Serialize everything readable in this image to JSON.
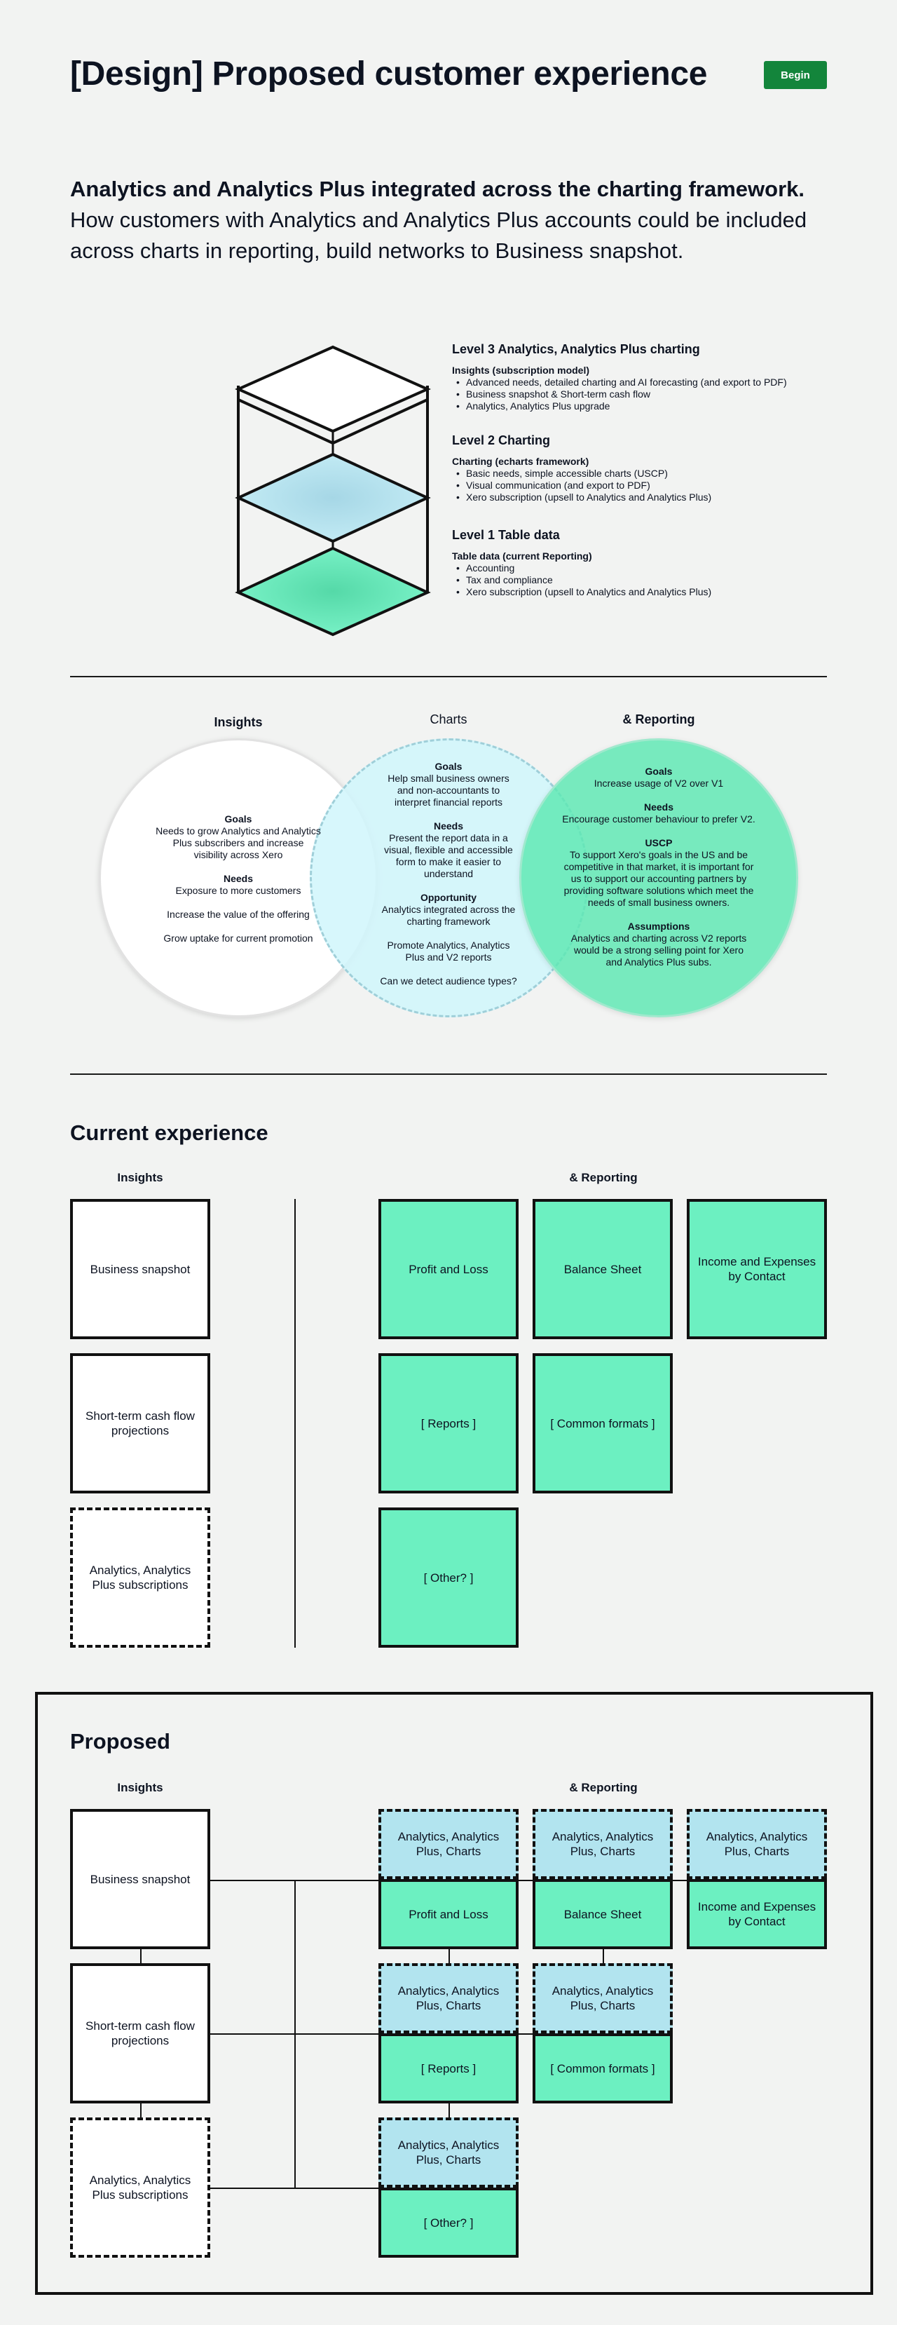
{
  "header": {
    "title": "[Design] Proposed customer experience",
    "begin_label": "Begin"
  },
  "intro": {
    "headline": "Analytics and Analytics Plus integrated across the charting framework.",
    "body": "How customers with Analytics and Analytics Plus accounts could be included across charts in reporting, build networks to Business snapshot."
  },
  "levels": [
    {
      "title": "Level 3 Analytics, Analytics Plus charting",
      "subtitle": "Insights (subscription model)",
      "items": [
        "Advanced needs, detailed charting and AI forecasting (and export to PDF)",
        "Business snapshot & Short-term cash flow",
        "Analytics, Analytics Plus upgrade"
      ]
    },
    {
      "title": "Level 2 Charting",
      "subtitle": "Charting (echarts framework)",
      "items": [
        "Basic needs, simple accessible charts (USCP)",
        "Visual communication (and export to PDF)",
        "Xero subscription (upsell to Analytics and Analytics Plus)"
      ]
    },
    {
      "title": "Level 1 Table data",
      "subtitle": "Table data (current Reporting)",
      "items": [
        "Accounting",
        "Tax and compliance",
        "Xero subscription (upsell to Analytics and Analytics Plus)"
      ]
    }
  ],
  "venn": {
    "insights": {
      "title": "Insights",
      "goals_label": "Goals",
      "goals": "Needs to grow Analytics and Analytics Plus subscribers and increase visibility across Xero",
      "needs_label": "Needs",
      "needs": "Exposure to more customers",
      "line3": "Increase the value of the offering",
      "line4": "Grow uptake for current promotion"
    },
    "charts": {
      "title": "Charts",
      "goals_label": "Goals",
      "goals": "Help small business owners and non-accountants to interpret financial reports",
      "needs_label": "Needs",
      "needs": "Present the report data in a visual, flexible and accessible form to make it easier to understand",
      "opp_label": "Opportunity",
      "opp": "Analytics integrated across the charting framework",
      "line4": "Promote Analytics, Analytics Plus and V2 reports",
      "line5": "Can we detect audience types?"
    },
    "reporting": {
      "title": "& Reporting",
      "goals_label": "Goals",
      "goals": "Increase usage of V2 over V1",
      "needs_label": "Needs",
      "needs": "Encourage customer behaviour to prefer V2.",
      "uscp_label": "USCP",
      "uscp": "To support Xero's goals in the US and be competitive in that market, it is important for us to support our accounting partners by providing software solutions which meet the needs of small business owners.",
      "assump_label": "Assumptions",
      "assump": "Analytics and charting across V2 reports would be a strong selling point for Xero and Analytics Plus subs."
    }
  },
  "current": {
    "title": "Current experience",
    "insights_head": "Insights",
    "reporting_head": "& Reporting",
    "insights": [
      "Business snapshot",
      "Short-term cash flow projections",
      "Analytics, Analytics Plus subscriptions"
    ],
    "reports": [
      "Profit and Loss",
      "Balance Sheet",
      "Income and Expenses by Contact",
      "[ Reports ]",
      "[ Common formats ]",
      "[ Other? ]"
    ]
  },
  "proposed": {
    "title": "Proposed",
    "insights_head": "Insights",
    "reporting_head": "& Reporting",
    "insights": [
      "Business snapshot",
      "Short-term cash flow projections",
      "Analytics, Analytics Plus subscriptions"
    ],
    "chart_label": "Analytics, Analytics Plus, Charts",
    "reports": [
      "Profit and Loss",
      "Balance Sheet",
      "Income and Expenses by Contact",
      "[ Reports ]",
      "[ Common formats ]",
      "[ Other? ]"
    ]
  },
  "colors": {
    "green": "#6cf0c1",
    "light_blue": "#b2e4ef",
    "button": "#13853b"
  }
}
